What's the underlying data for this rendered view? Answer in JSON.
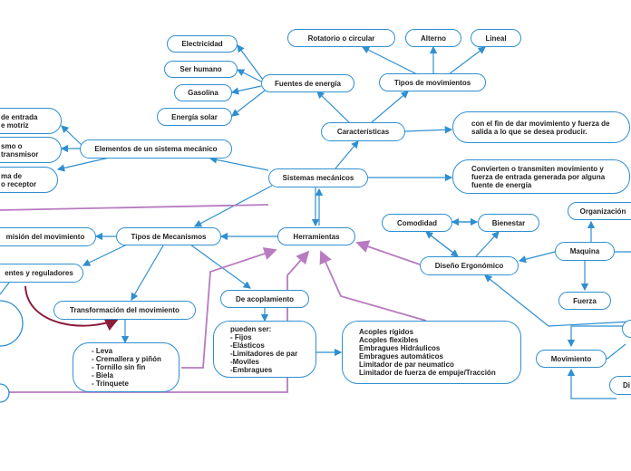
{
  "nodes": {
    "sistemas": "Sistemas mecánicos",
    "caracteristicas": "Características",
    "fuentes": "Fuentes de energía",
    "electricidad": "Electricidad",
    "humano": "Ser humano",
    "gasolina": "Gasolina",
    "solar": "Energía solar",
    "tipos_mov": "Tipos de movimientos",
    "rotatorio": "Rotatorio o circular",
    "alterno": "Alterno",
    "lineal": "Lineal",
    "fin": "con el fin de dar movimiento y fuerza de\nsalida a lo que se desea producir.",
    "convierten": "Convierten o transmiten movimiento y\nfuerza de entrada generada por alguna\nfuente de energía",
    "elementos": "Elementos de un sistema mecánico",
    "entrada": "de entrada\ne motriz",
    "transmisor": "smo o\ntransmisor",
    "receptor": "ma de\no receptor",
    "tipos_mec": "Tipos de Mecanismos",
    "transmision": "misión del movimiento",
    "reguladores": "entes y reguladores",
    "transformacion": "Transformación del movimiento",
    "lista_trans": "- Leva\n- Cremallera y piñón\n- Tornillo sin fin\n- Biela\n- Trinquete",
    "herramientas": "Herramientas",
    "acoplamiento": "De acoplamiento",
    "pueden": "pueden ser:\n- Fijos\n-Elásticos\n-Limitadores de par\n-Moviles\n-Embragues",
    "acoples": "Acoples rígidos\nAcoples flexibles\nEmbragues Hidráulicos\nEmbragues automáticos\nLimitador de par neumatico\nLimitador de fuerza de empuje/Tracción",
    "diseno": "Diseño Ergonómico",
    "comodidad": "Comodidad",
    "bienestar": "Bienestar",
    "organizacion": "Organización",
    "maquina": "Maquina",
    "fuerza": "Fuerza",
    "movimiento": "Movimiento",
    "di": "Di"
  },
  "colors": {
    "blue": "#2f8fd0",
    "purple": "#b87bc0",
    "maroon": "#8a1d3c"
  }
}
